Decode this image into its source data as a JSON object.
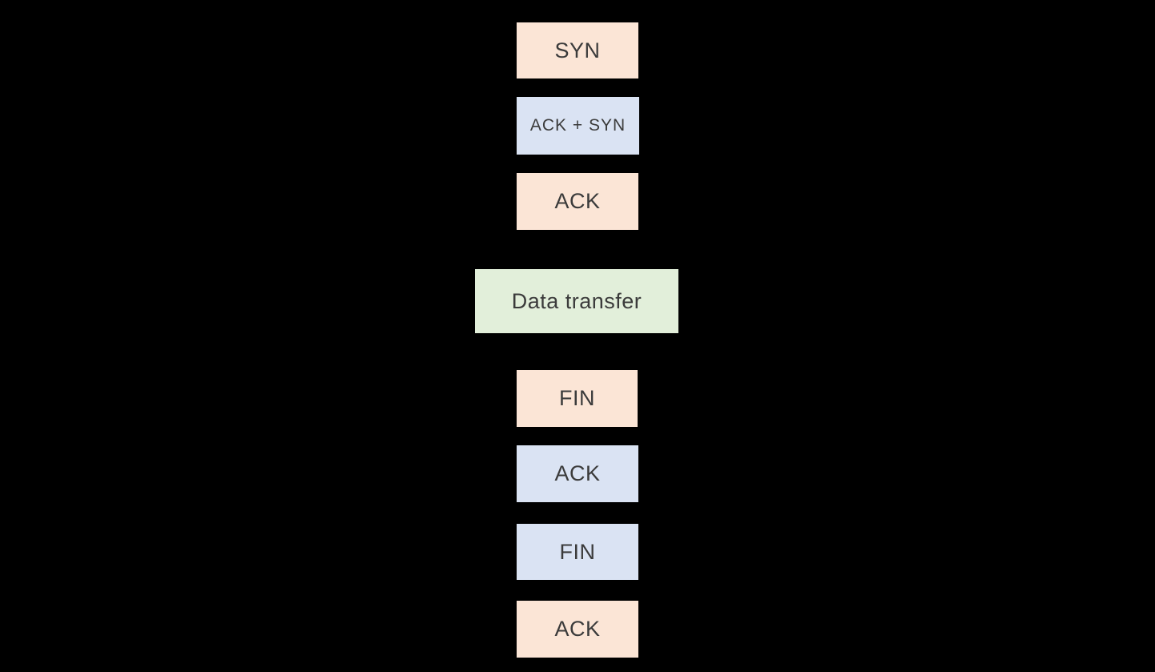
{
  "diagram": {
    "background": "#000000",
    "text_color": "#3b3b3b",
    "colors": {
      "peach": "#fbe5d6",
      "blue": "#dae3f3",
      "green": "#e2efda"
    },
    "boxes": [
      {
        "label": "SYN",
        "color": "peach"
      },
      {
        "label": "ACK + SYN",
        "color": "blue"
      },
      {
        "label": "ACK",
        "color": "peach"
      },
      {
        "label": "Data transfer",
        "color": "green"
      },
      {
        "label": "FIN",
        "color": "peach"
      },
      {
        "label": "ACK",
        "color": "blue"
      },
      {
        "label": "FIN",
        "color": "blue"
      },
      {
        "label": "ACK",
        "color": "peach"
      }
    ]
  }
}
